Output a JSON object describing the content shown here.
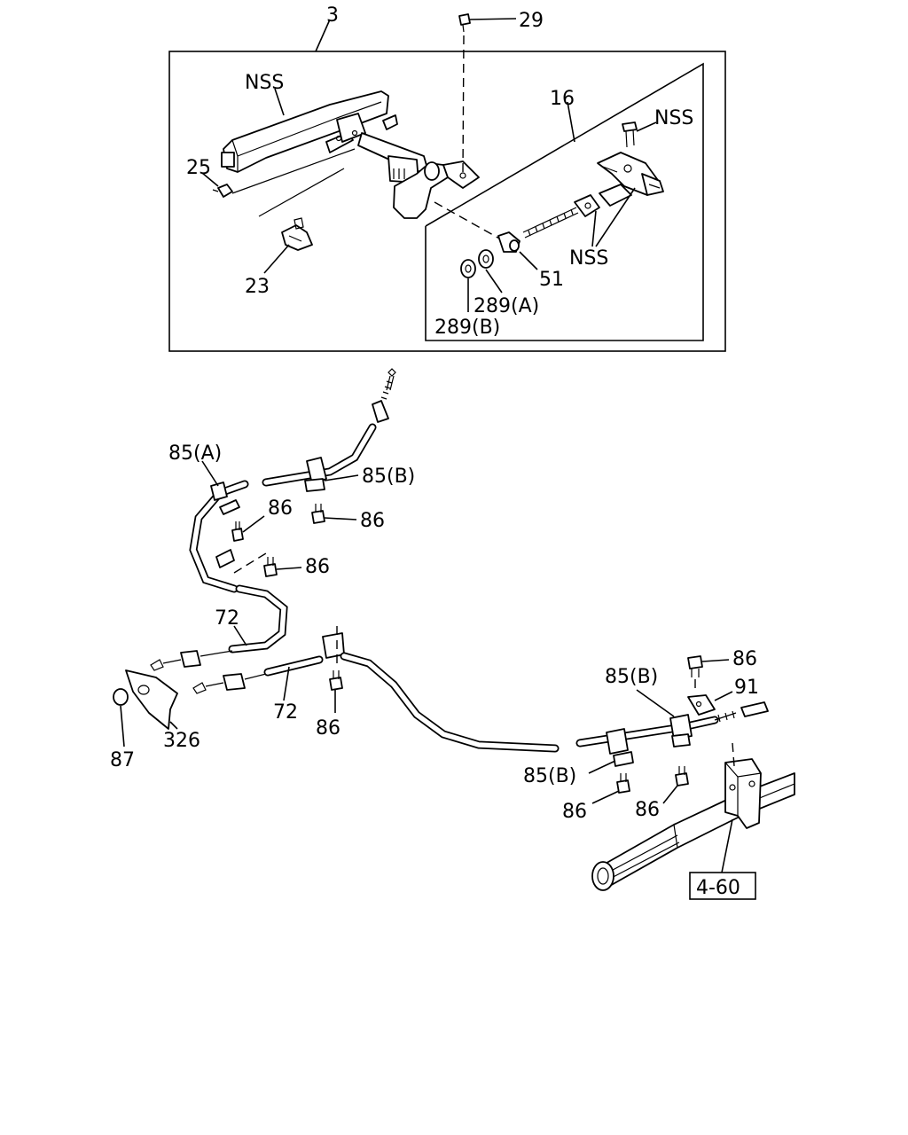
{
  "labels": {
    "l3": "3",
    "l29": "29",
    "lnss1": "NSS",
    "l16": "16",
    "lnss2": "NSS",
    "l25": "25",
    "l23": "23",
    "lnss3": "NSS",
    "l51": "51",
    "l289a": "289(A)",
    "l289b": "289(B)",
    "l85a": "85(A)",
    "l85b1": "85(B)",
    "l86a": "86",
    "l86b": "86",
    "l86c": "86",
    "l72a": "72",
    "l72b": "72",
    "l86d": "86",
    "l87": "87",
    "l326": "326",
    "l86e": "86",
    "l85b2": "85(B)",
    "l91": "91",
    "l85b3": "85(B)",
    "l86f": "86",
    "l86g": "86",
    "lref": "4-60"
  }
}
